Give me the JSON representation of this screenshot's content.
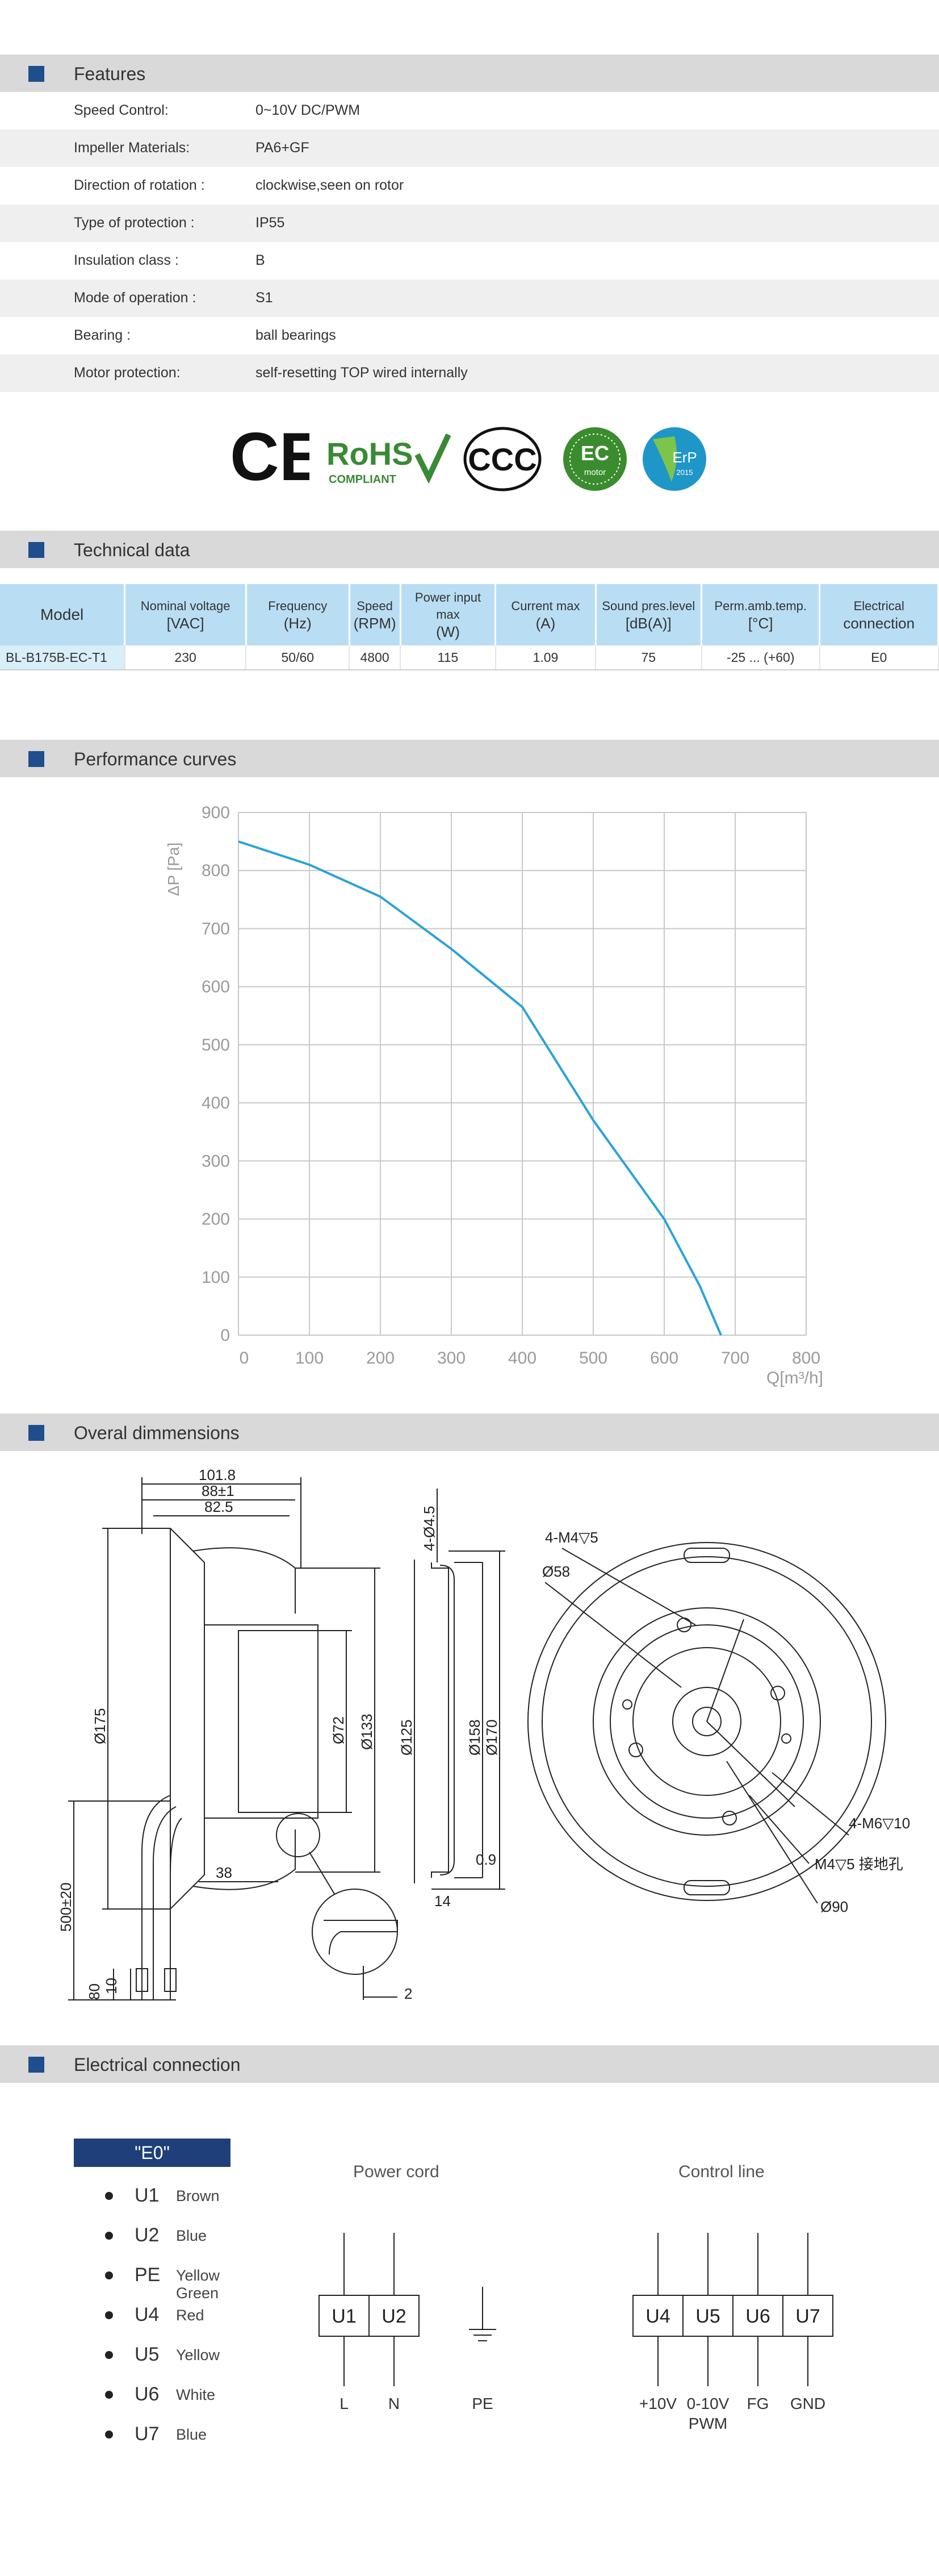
{
  "sections": {
    "features": "Features",
    "technical": "Technical data",
    "performance": "Performance curves",
    "dimensions": "Overal dimmensions",
    "electrical": "Electrical connection"
  },
  "features": [
    {
      "label": "Speed Control:",
      "value": "0~10V DC/PWM"
    },
    {
      "label": "Impeller  Materials:",
      "value": "PA6+GF"
    },
    {
      "label": "Direction  of  rotation  :",
      "value": "clockwise,seen on rotor"
    },
    {
      "label": "Type of protection  :",
      "value": "IP55"
    },
    {
      "label": "Insulation  class  :",
      "value": "B"
    },
    {
      "label": "Mode of operation  :",
      "value": "S1"
    },
    {
      "label": "Bearing  :",
      "value": "ball  bearings"
    },
    {
      "label": "Motor protection:",
      "value": "self-resetting TOP wired internally"
    }
  ],
  "logos": {
    "ce": "CE",
    "rohs": "RoHS",
    "rohs_sub": "COMPLIANT",
    "ccc": "CCC",
    "ec": "EC",
    "ec_sub": "motor",
    "erp": "ErP",
    "erp_year": "2015"
  },
  "tech_table": {
    "headers": [
      {
        "l1": "Model",
        "l2": ""
      },
      {
        "l1": "Nominal  voltage",
        "l2": "[VAC]"
      },
      {
        "l1": "Frequency",
        "l2": "(Hz)"
      },
      {
        "l1": "Speed",
        "l2": "(RPM)"
      },
      {
        "l1": "Power input max",
        "l2": "(W)"
      },
      {
        "l1": "Current  max",
        "l2": "(A)"
      },
      {
        "l1": "Sound pres.level",
        "l2": "[dB(A)]"
      },
      {
        "l1": "Perm.amb.temp.",
        "l2": "[°C]"
      },
      {
        "l1": "Electrical",
        "l2": "connection"
      }
    ],
    "row": [
      "BL-B175B-EC-T1",
      "230",
      "50/60",
      "4800",
      "115",
      "1.09",
      "75",
      "-25 ... (+60)",
      "E0"
    ]
  },
  "chart_data": {
    "type": "line",
    "xlabel": "Q[m³/h]",
    "ylabel": "ΔP [Pa]",
    "xlim": [
      0,
      800
    ],
    "ylim": [
      0,
      900
    ],
    "xticks": [
      "0",
      "100",
      "200",
      "300",
      "400",
      "500",
      "600",
      "700",
      "800"
    ],
    "yticks": [
      "900",
      "800",
      "700",
      "600",
      "500",
      "400",
      "300",
      "200",
      "100",
      "0"
    ],
    "grid": true,
    "series": [
      {
        "color": "#29a3d9",
        "x": [
          0,
          100,
          200,
          300,
          400,
          500,
          600,
          650,
          680
        ],
        "y": [
          850,
          810,
          755,
          665,
          565,
          370,
          200,
          85,
          0
        ]
      }
    ]
  },
  "dims": {
    "d101": "101.8",
    "d88": "88±1",
    "d82": "82.5",
    "d175": "Ø175",
    "d72": "Ø72",
    "d133": "Ø133",
    "d500": "500±20",
    "d80": "80",
    "d10": "10",
    "d38": "38",
    "d2": "2",
    "d4": "4-Ø4.5",
    "d125": "Ø125",
    "d158": "Ø158",
    "d170": "Ø170",
    "d14": "14",
    "d09": "0.9",
    "m4_5": "4-M4▽5",
    "d58": "Ø58",
    "m6": "4-M6▽10",
    "m4g": "M4▽5  接地孔",
    "d90": "Ø90"
  },
  "electrical": {
    "badge": "\"E0\"",
    "pins": [
      {
        "code": "U1",
        "color": "Brown"
      },
      {
        "code": "U2",
        "color": "Blue"
      },
      {
        "code": "PE",
        "color": "Yellow Green"
      },
      {
        "code": "U4",
        "color": "Red"
      },
      {
        "code": "U5",
        "color": "Yellow"
      },
      {
        "code": "U6",
        "color": "White"
      },
      {
        "code": "U7",
        "color": "Blue"
      }
    ],
    "power_title": "Power cord",
    "control_title": "Control line",
    "power_terms": [
      "U1",
      "U2"
    ],
    "power_labels": [
      "L",
      "N",
      "PE"
    ],
    "control_terms": [
      "U4",
      "U5",
      "U6",
      "U7"
    ],
    "control_labels": [
      "+10V",
      "0-10V",
      "FG",
      "GND"
    ],
    "control_label_sub": "PWM"
  }
}
